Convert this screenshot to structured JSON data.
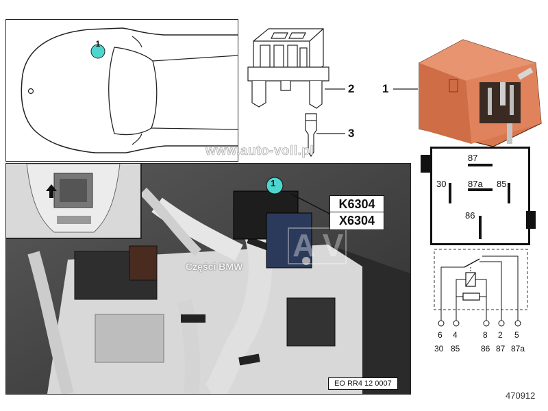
{
  "callouts": {
    "relay": "1",
    "relay_holder": "2",
    "terminal": "3",
    "car_marker": "1",
    "photo_marker": "1"
  },
  "connectors": {
    "relay_id": "K6304",
    "plug_id": "X6304"
  },
  "watermarks": {
    "site": "www.auto-voll.pl",
    "photo_text": "Części BMW",
    "logo_letters": "AV"
  },
  "photo_ref": "EO RR4 12 0007",
  "diagram_number": "470912",
  "relay_pin_face": [
    "87",
    "30",
    "87a",
    "85",
    "86"
  ],
  "schematic_pins": [
    {
      "num": "6",
      "terminal": "30"
    },
    {
      "num": "4",
      "terminal": "85"
    },
    {
      "num": "8",
      "terminal": "86"
    },
    {
      "num": "2",
      "terminal": "87"
    },
    {
      "num": "5",
      "terminal": "87a"
    }
  ],
  "colors": {
    "relay_orange": "#d9774f",
    "marker_cyan": "#4dd6cf",
    "photo_dark": "#3d3d3d"
  }
}
